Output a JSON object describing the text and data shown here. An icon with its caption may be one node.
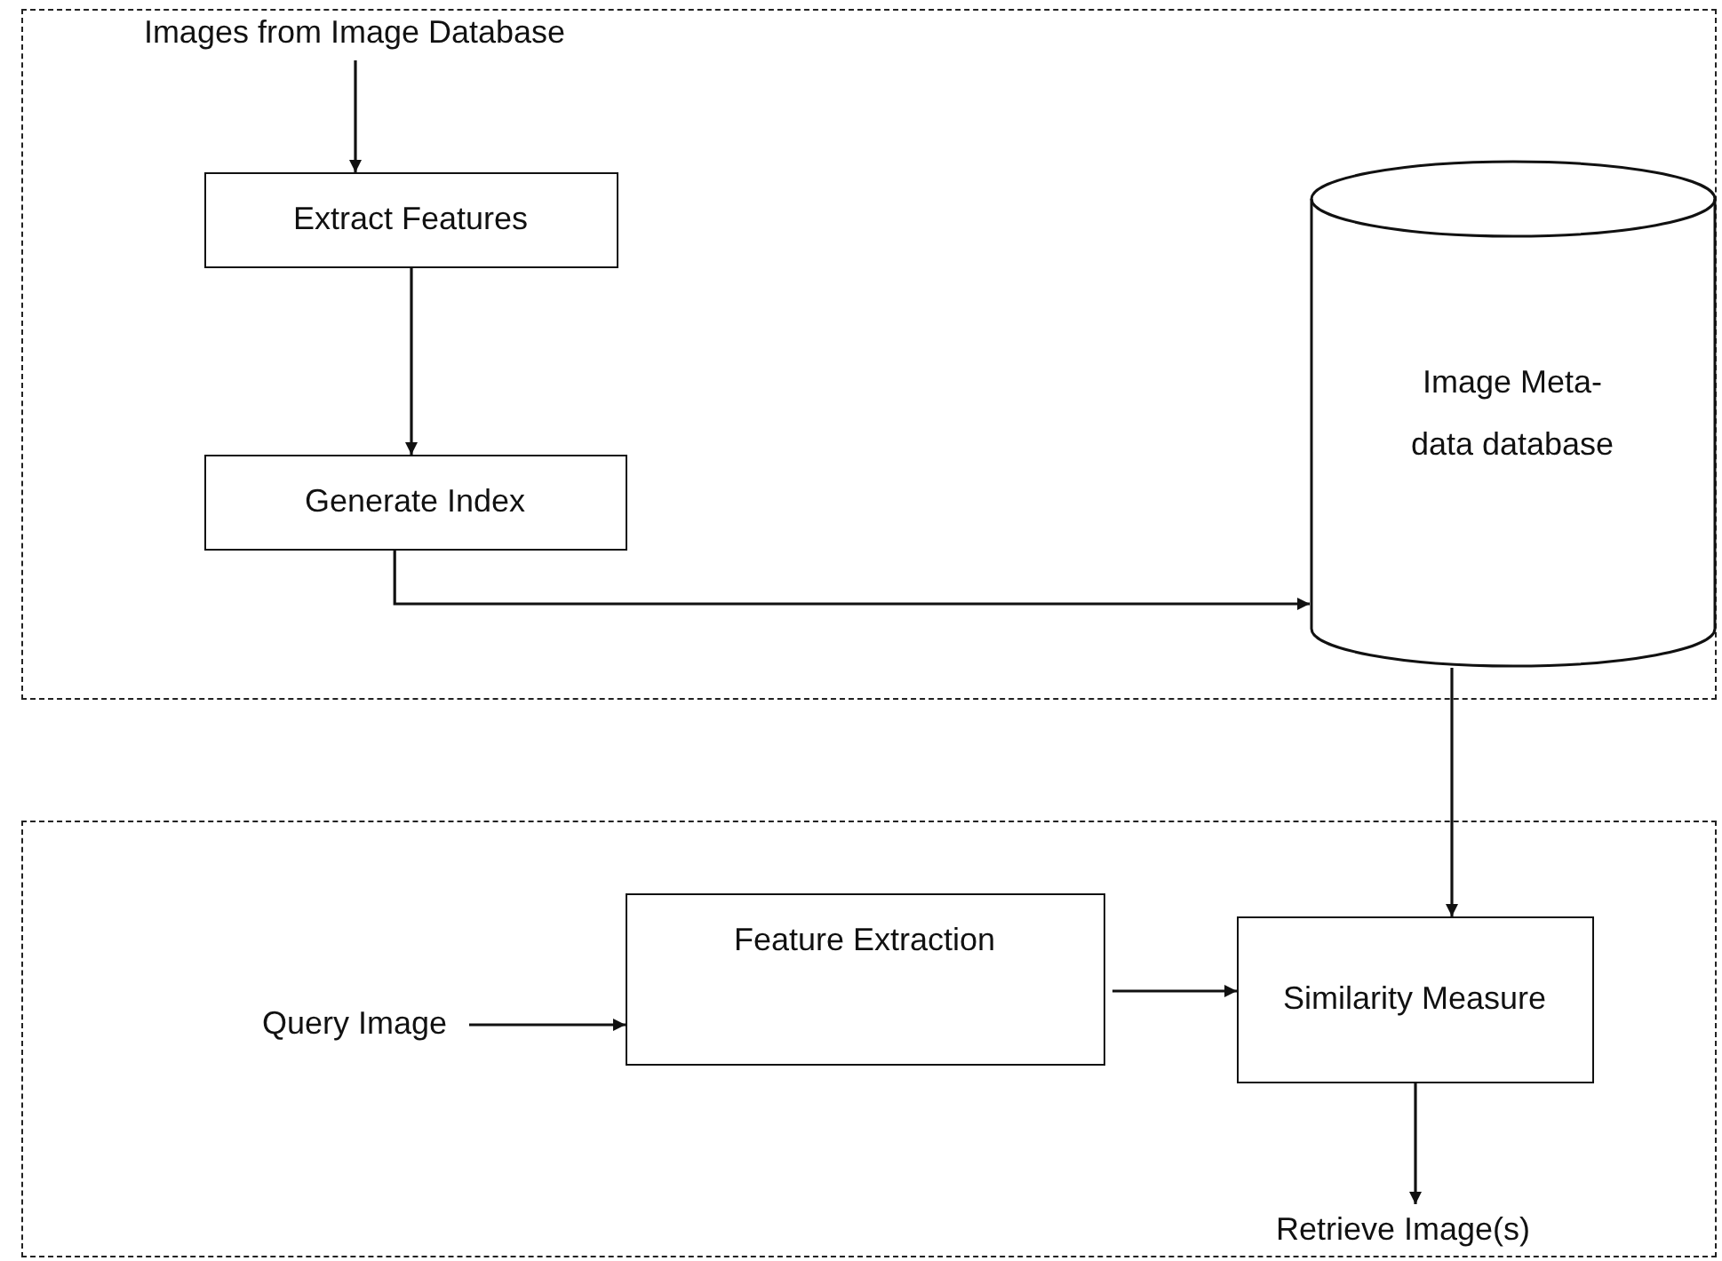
{
  "diagram": {
    "nodes": [
      {
        "text": [],
        "shape": "box"
      },
      {
        "text": [
          "Images from Image Database"
        ],
        "in": 0
      },
      {
        "text": [
          "Extract Features"
        ],
        "in": 0
      },
      {
        "text": [
          "Generate Index"
        ],
        "in": 0
      },
      {
        "text": [
          "Image Meta-data database"
        ],
        "in": 0
      },
      {
        "text": [],
        "shape": "box"
      },
      {
        "text": [
          "Query Image"
        ],
        "in": 5
      },
      {
        "text": [
          "Feature Extraction"
        ],
        "in": 5
      },
      {
        "text": [
          "Similarity Measure"
        ],
        "in": 5
      },
      {
        "text": [
          "Retrieve Image(s)"
        ],
        "in": 5
      }
    ],
    "edges": [
      {
        "from": 1,
        "to": 2,
        "arrow": "to"
      },
      {
        "from": 2,
        "to": 3,
        "arrow": "to"
      },
      {
        "from": 3,
        "to": 4,
        "arrow": "to"
      },
      {
        "from": 4,
        "to": 8,
        "arrow": "to"
      },
      {
        "from": 6,
        "to": 7,
        "arrow": "to"
      },
      {
        "from": 7,
        "to": 8,
        "arrow": "to"
      },
      {
        "from": 8,
        "to": 9,
        "arrow": "to"
      }
    ]
  }
}
